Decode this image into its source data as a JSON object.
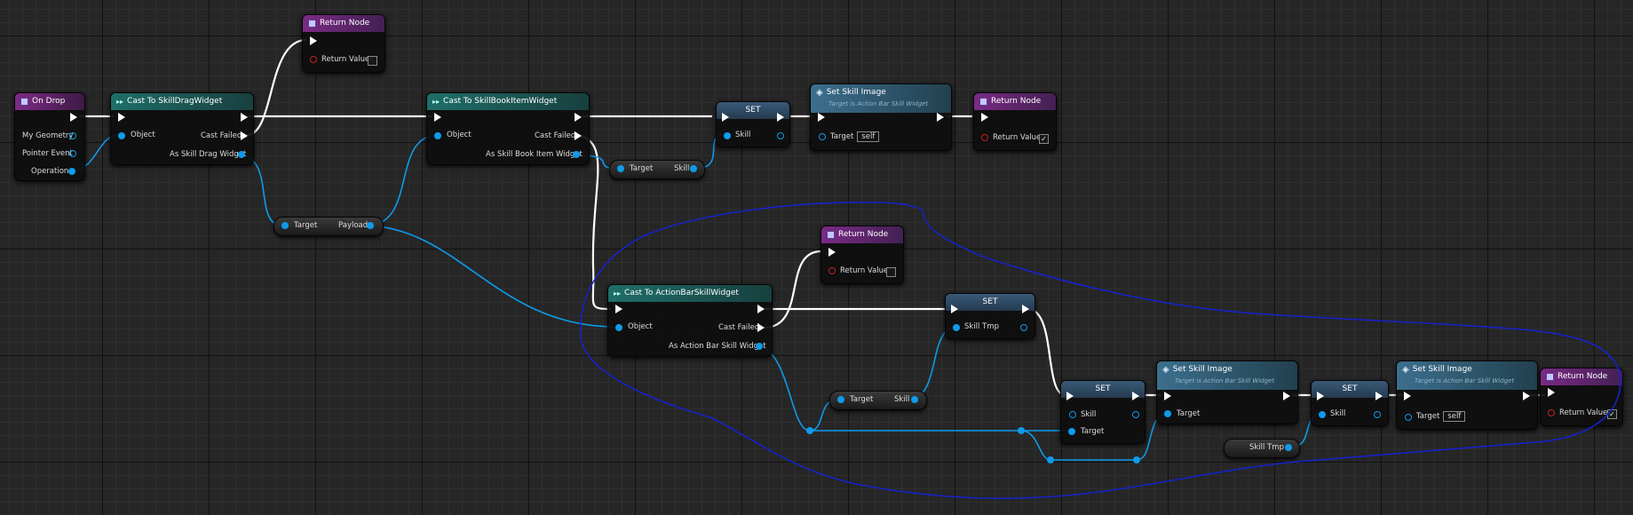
{
  "nodes": {
    "on_drop": {
      "title": "On Drop",
      "pins": [
        "My Geometry",
        "Pointer Event",
        "Operation"
      ]
    },
    "cast_drag": {
      "title": "Cast To SkillDragWidget",
      "in_object": "Object",
      "cast_failed": "Cast Failed",
      "out": "As Skill Drag Widget"
    },
    "return_1": {
      "title": "Return Node",
      "pin": "Return Value"
    },
    "payload_getter": {
      "target": "Target",
      "out": "Payload"
    },
    "cast_book": {
      "title": "Cast To SkillBookItemWidget",
      "in_object": "Object",
      "cast_failed": "Cast Failed",
      "out": "As Skill Book Item Widget"
    },
    "set_1": {
      "title": "SET",
      "pin": "Skill"
    },
    "skill_getter_1": {
      "target": "Target",
      "out": "Skill"
    },
    "set_image_1": {
      "title": "Set Skill Image",
      "subtitle": "Target is Action Bar Skill Widget",
      "target": "Target",
      "self": "self"
    },
    "return_2": {
      "title": "Return Node",
      "pin": "Return Value"
    },
    "return_3": {
      "title": "Return Node",
      "pin": "Return Value"
    },
    "cast_action": {
      "title": "Cast To ActionBarSkillWidget",
      "in_object": "Object",
      "cast_failed": "Cast Failed",
      "out": "As Action Bar Skill Widget"
    },
    "set_2": {
      "title": "SET",
      "pin": "Skill Tmp"
    },
    "skill_getter_2": {
      "target": "Target",
      "out": "Skill"
    },
    "set_3": {
      "title": "SET",
      "pin_skill": "Skill",
      "pin_target": "Target"
    },
    "set_image_2": {
      "title": "Set Skill Image",
      "subtitle": "Target is Action Bar Skill Widget",
      "target": "Target"
    },
    "set_4": {
      "title": "SET",
      "pin": "Skill"
    },
    "skill_tmp_var": {
      "label": "Skill Tmp"
    },
    "set_image_3": {
      "title": "Set Skill Image",
      "subtitle": "Target is Action Bar Skill Widget",
      "target": "Target",
      "self": "self"
    },
    "return_4": {
      "title": "Return Node",
      "pin": "Return Value"
    }
  },
  "colors": {
    "exec_wire": "#ffffff",
    "object_wire": "#0e9be9",
    "annotation": "#1622c8"
  }
}
